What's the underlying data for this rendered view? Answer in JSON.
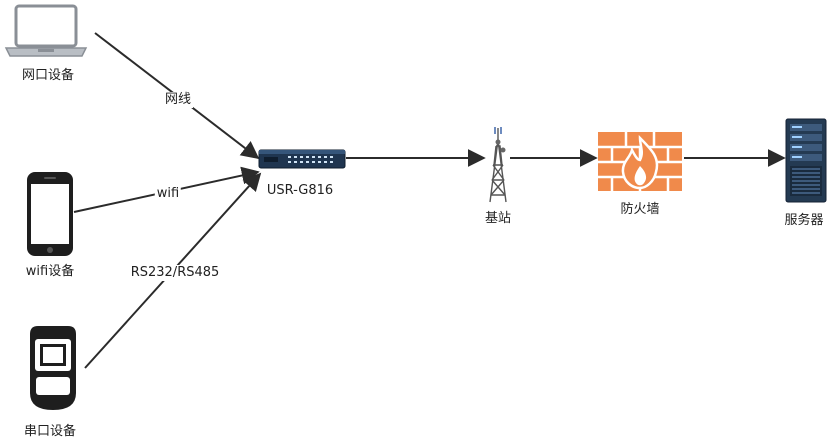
{
  "nodes": {
    "laptop": {
      "label": "网口设备"
    },
    "phone": {
      "label": "wifi设备"
    },
    "serial_device": {
      "label": "串口设备"
    },
    "router": {
      "label": "USR-G816"
    },
    "base_station": {
      "label": "基站"
    },
    "firewall": {
      "label": "防火墙"
    },
    "server": {
      "label": "服务器"
    }
  },
  "edges": {
    "ethernet": {
      "label": "网线"
    },
    "wifi": {
      "label": "wifi"
    },
    "serial": {
      "label": "RS232/RS485"
    }
  },
  "colors": {
    "line": "#2b2b2b",
    "firewall_brick": "#f08a4b",
    "router_body": "#1f3550",
    "server_body": "#243a52"
  }
}
